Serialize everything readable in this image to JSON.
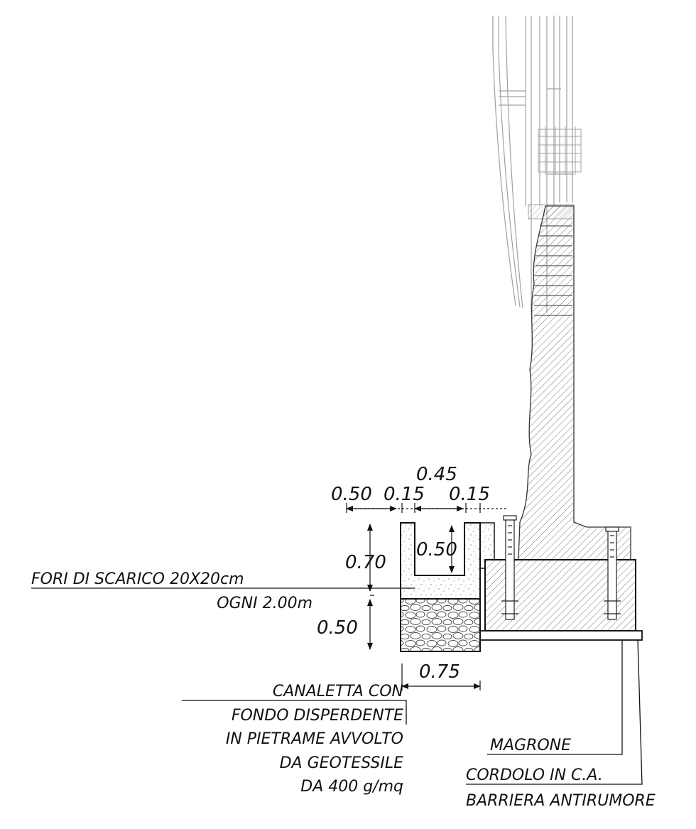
{
  "dimensions": {
    "top_total": "0.45",
    "top_left": "0.50",
    "top_mid": "0.15",
    "top_right": "0.15",
    "height_upper": "0.70",
    "inner_depth": "0.50",
    "height_lower": "0.50",
    "base_width": "0.75"
  },
  "labels": {
    "drain_holes_line1": "FORI DI SCARICO 20X20cm",
    "drain_holes_line2": "OGNI 2.00m",
    "channel_line1": "CANALETTA CON",
    "channel_line2": "FONDO DISPERDENTE",
    "channel_line3": "IN PIETRAME AVVOLTO",
    "channel_line4": "DA GEOTESSILE",
    "channel_line5": "DA 400 g/mq",
    "magrone": "MAGRONE",
    "cordolo_line1": "CORDOLO IN C.A.",
    "cordolo_line2": "BARRIERA ANTIRUMORE"
  },
  "colors": {
    "line": "#111111",
    "faded": "#9a9a9a"
  }
}
